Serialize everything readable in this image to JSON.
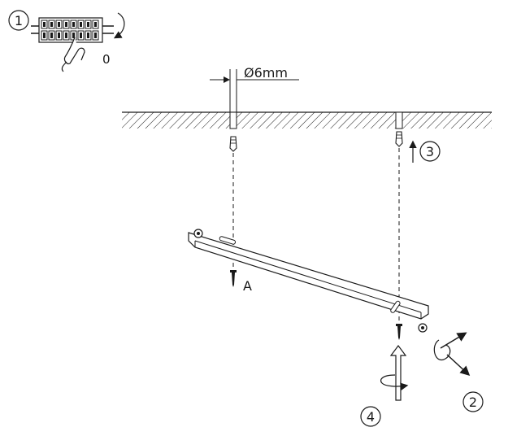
{
  "steps": {
    "step1": "1",
    "step2": "2",
    "step3": "3",
    "step4": "4"
  },
  "labels": {
    "switch_off": "0",
    "drill_diameter": "Ø6mm",
    "screw_label": "A"
  },
  "colors": {
    "line": "#1a1a1a",
    "background": "#ffffff"
  }
}
